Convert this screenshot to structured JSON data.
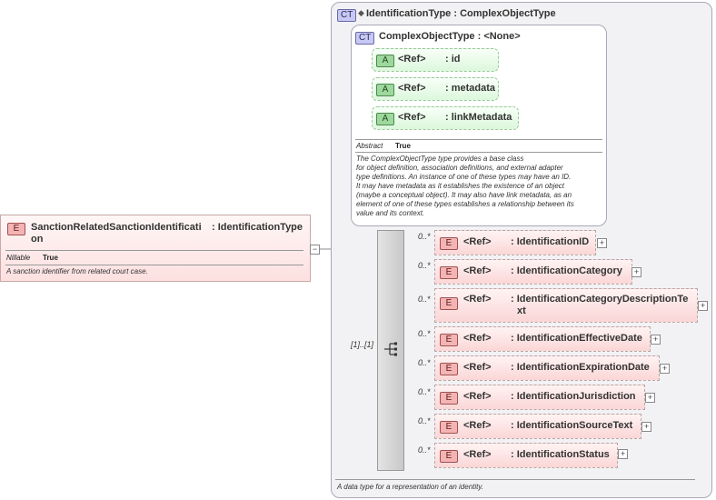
{
  "root_element": {
    "badge": "E",
    "name_line1": "SanctionRelatedSanctionIdentificati",
    "name_line2": "on",
    "type": ": IdentificationType",
    "nillable_label": "Nillable",
    "nillable_value": "True",
    "description": "A sanction identifier from related court case.",
    "collapse_symbol": "−"
  },
  "identification_type": {
    "badge": "CT",
    "title": "IdentificationType : ComplexObjectType",
    "description": "A data type for a representation of an identity."
  },
  "complex_object_type": {
    "badge": "CT",
    "title": "ComplexObjectType : <None>",
    "attributes": [
      {
        "badge": "A",
        "ref": "<Ref>",
        "name": ": id"
      },
      {
        "badge": "A",
        "ref": "<Ref>",
        "name": ": metadata"
      },
      {
        "badge": "A",
        "ref": "<Ref>",
        "name": ": linkMetadata"
      }
    ],
    "abstract_label": "Abstract",
    "abstract_value": "True",
    "description_lines": [
      "The ComplexObjectType type provides a base class",
      "for object definition, association definitions, and external adapter",
      "type definitions. An instance of one of these types may have an ID.",
      "It may have metadata as it establishes the existence of an object",
      "(maybe a conceptual object). It may also have link metadata, as an",
      "element of one of these types establishes a relationship between its",
      "value and its context."
    ]
  },
  "sequence": {
    "multiplicity": "[1]..[1]",
    "elements": [
      {
        "mult": "0..*",
        "badge": "E",
        "ref": "<Ref>",
        "name": ": IdentificationID",
        "name2": "",
        "expander": "+"
      },
      {
        "mult": "0..*",
        "badge": "E",
        "ref": "<Ref>",
        "name": ": IdentificationCategory",
        "name2": "",
        "expander": "+"
      },
      {
        "mult": "0..*",
        "badge": "E",
        "ref": "<Ref>",
        "name": ": IdentificationCategoryDescriptionTe",
        "name2": "xt",
        "expander": "+"
      },
      {
        "mult": "0..*",
        "badge": "E",
        "ref": "<Ref>",
        "name": ": IdentificationEffectiveDate",
        "name2": "",
        "expander": "+"
      },
      {
        "mult": "0..*",
        "badge": "E",
        "ref": "<Ref>",
        "name": ": IdentificationExpirationDate",
        "name2": "",
        "expander": "+"
      },
      {
        "mult": "0..*",
        "badge": "E",
        "ref": "<Ref>",
        "name": ": IdentificationJurisdiction",
        "name2": "",
        "expander": "+"
      },
      {
        "mult": "0..*",
        "badge": "E",
        "ref": "<Ref>",
        "name": ": IdentificationSourceText",
        "name2": "",
        "expander": "+"
      },
      {
        "mult": "0..*",
        "badge": "E",
        "ref": "<Ref>",
        "name": ": IdentificationStatus",
        "name2": "",
        "expander": "+"
      }
    ]
  }
}
